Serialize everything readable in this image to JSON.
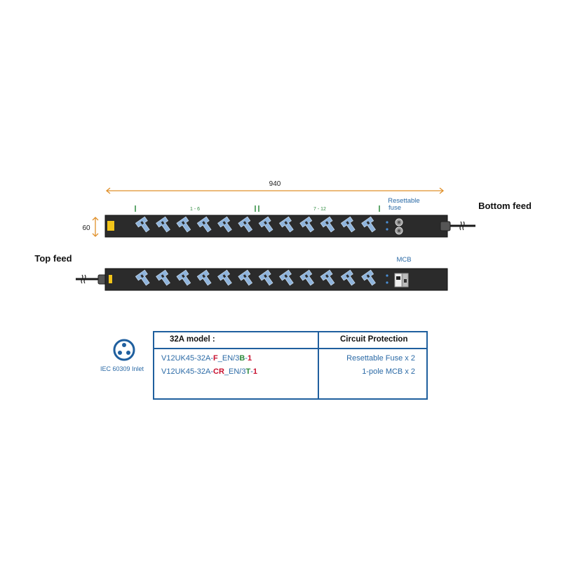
{
  "dimensions": {
    "width_label": "940",
    "height_label": "60"
  },
  "bottom_feed": {
    "title": "Bottom feed",
    "group1_label": "1 - 6",
    "group2_label": "7 - 12",
    "protection_label_line1": "Resettable",
    "protection_label_line2": "fuse",
    "outlet_count": 12
  },
  "top_feed": {
    "title": "Top feed",
    "protection_label": "MCB",
    "outlet_count": 12
  },
  "inlet": {
    "label": "IEC 60309 Inlet",
    "icon": "iec-60309-inlet-icon"
  },
  "table": {
    "header_model": "32A model :",
    "header_protection": "Circuit Protection",
    "rows": [
      {
        "model_prefix": "V12UK45-32A-",
        "model_code1": "F",
        "model_mid": "_EN/3",
        "model_code2": "B",
        "model_dash": "-",
        "model_code3": "1",
        "protection": "Resettable Fuse x 2"
      },
      {
        "model_prefix": "V12UK45-32A-",
        "model_code1": "CR",
        "model_mid": "_EN/3",
        "model_code2": "T",
        "model_dash": "-",
        "model_code3": "1",
        "protection": "1-pole MCB x 2"
      }
    ]
  },
  "colors": {
    "accent_blue": "#1f5f9e",
    "dimension_orange": "#e0902a",
    "code_red": "#c8102e",
    "code_green": "#2e8b3d",
    "socket_blue": "#8fb4dc",
    "pdu_body": "#2b2b2b"
  }
}
